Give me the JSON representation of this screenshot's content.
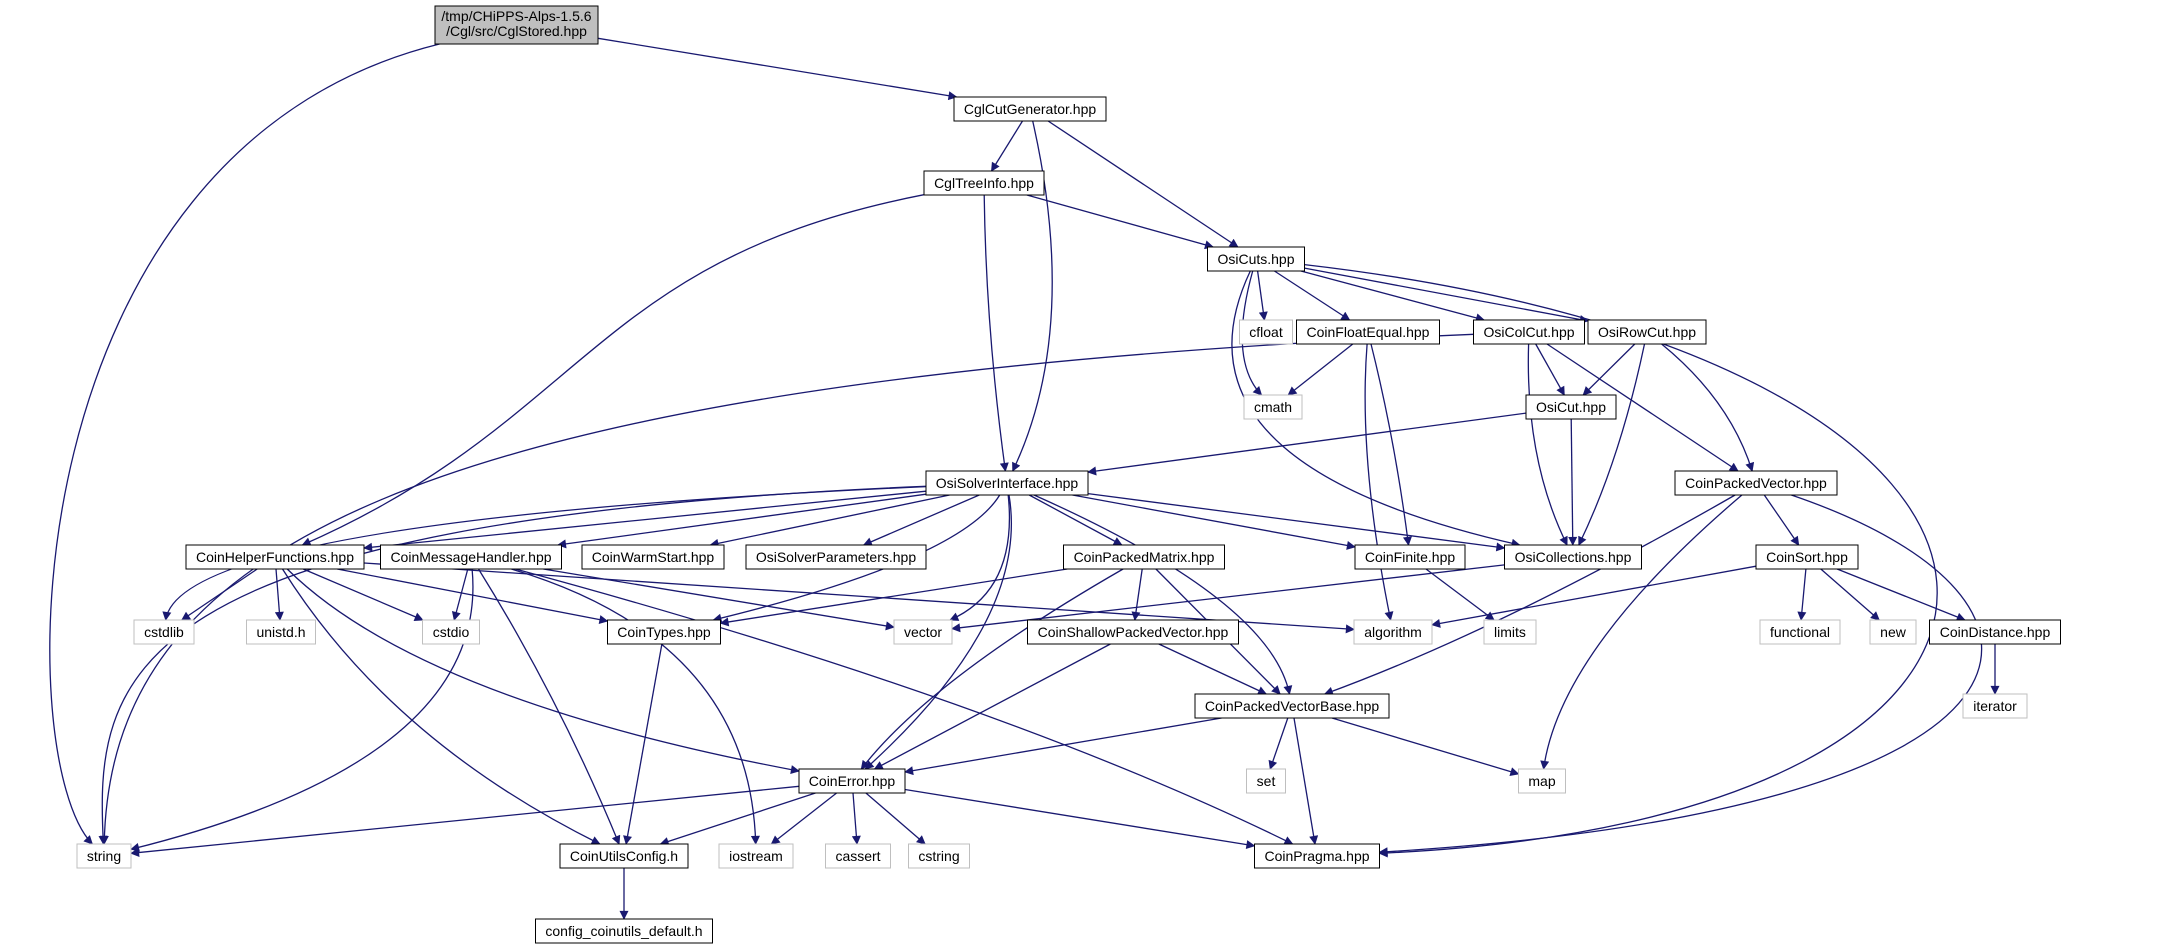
{
  "graph": {
    "edge_color": "#191970",
    "node_border_color": "#000000",
    "external_border_color": "#bfbfbf",
    "root_fill_color": "#bfbfbf",
    "root": {
      "line1": "/tmp/CHiPPS-Alps-1.5.6",
      "line2": "/Cgl/src/CglStored.hpp"
    },
    "nodes": [
      {
        "id": "cgl_cut_gen",
        "label": "CglCutGenerator.hpp",
        "kind": "header"
      },
      {
        "id": "cgl_tree_info",
        "label": "CglTreeInfo.hpp",
        "kind": "header"
      },
      {
        "id": "osi_cuts",
        "label": "OsiCuts.hpp",
        "kind": "header"
      },
      {
        "id": "cfloat",
        "label": "cfloat",
        "kind": "system"
      },
      {
        "id": "coin_float_equal",
        "label": "CoinFloatEqual.hpp",
        "kind": "header"
      },
      {
        "id": "osi_col_cut",
        "label": "OsiColCut.hpp",
        "kind": "header"
      },
      {
        "id": "osi_row_cut",
        "label": "OsiRowCut.hpp",
        "kind": "header"
      },
      {
        "id": "cmath",
        "label": "cmath",
        "kind": "system"
      },
      {
        "id": "osi_cut",
        "label": "OsiCut.hpp",
        "kind": "header"
      },
      {
        "id": "osi_solver_interface",
        "label": "OsiSolverInterface.hpp",
        "kind": "header"
      },
      {
        "id": "coin_packed_vector",
        "label": "CoinPackedVector.hpp",
        "kind": "header"
      },
      {
        "id": "coin_helper_functions",
        "label": "CoinHelperFunctions.hpp",
        "kind": "header"
      },
      {
        "id": "coin_message_handler",
        "label": "CoinMessageHandler.hpp",
        "kind": "header"
      },
      {
        "id": "coin_warm_start",
        "label": "CoinWarmStart.hpp",
        "kind": "header"
      },
      {
        "id": "osi_solver_parameters",
        "label": "OsiSolverParameters.hpp",
        "kind": "header"
      },
      {
        "id": "coin_packed_matrix",
        "label": "CoinPackedMatrix.hpp",
        "kind": "header"
      },
      {
        "id": "coin_finite",
        "label": "CoinFinite.hpp",
        "kind": "header"
      },
      {
        "id": "osi_collections",
        "label": "OsiCollections.hpp",
        "kind": "header"
      },
      {
        "id": "coin_sort",
        "label": "CoinSort.hpp",
        "kind": "header"
      },
      {
        "id": "cstdlib",
        "label": "cstdlib",
        "kind": "system"
      },
      {
        "id": "unistd",
        "label": "unistd.h",
        "kind": "system"
      },
      {
        "id": "cstdio",
        "label": "cstdio",
        "kind": "system"
      },
      {
        "id": "coin_types",
        "label": "CoinTypes.hpp",
        "kind": "header"
      },
      {
        "id": "vector",
        "label": "vector",
        "kind": "system"
      },
      {
        "id": "coin_shallow_packed_vector",
        "label": "CoinShallowPackedVector.hpp",
        "kind": "header"
      },
      {
        "id": "algorithm",
        "label": "algorithm",
        "kind": "system"
      },
      {
        "id": "limits",
        "label": "limits",
        "kind": "system"
      },
      {
        "id": "functional",
        "label": "functional",
        "kind": "system"
      },
      {
        "id": "new",
        "label": "new",
        "kind": "system"
      },
      {
        "id": "coin_distance",
        "label": "CoinDistance.hpp",
        "kind": "header"
      },
      {
        "id": "iterator",
        "label": "iterator",
        "kind": "system"
      },
      {
        "id": "coin_packed_vector_base",
        "label": "CoinPackedVectorBase.hpp",
        "kind": "header"
      },
      {
        "id": "set",
        "label": "set",
        "kind": "system"
      },
      {
        "id": "map",
        "label": "map",
        "kind": "system"
      },
      {
        "id": "coin_error",
        "label": "CoinError.hpp",
        "kind": "header"
      },
      {
        "id": "string",
        "label": "string",
        "kind": "system"
      },
      {
        "id": "coin_utils_config",
        "label": "CoinUtilsConfig.h",
        "kind": "header"
      },
      {
        "id": "iostream",
        "label": "iostream",
        "kind": "system"
      },
      {
        "id": "cassert",
        "label": "cassert",
        "kind": "system"
      },
      {
        "id": "cstring",
        "label": "cstring",
        "kind": "system"
      },
      {
        "id": "coin_pragma",
        "label": "CoinPragma.hpp",
        "kind": "header"
      },
      {
        "id": "config_coinutils_default",
        "label": "config_coinutils_default.h",
        "kind": "header"
      }
    ]
  }
}
